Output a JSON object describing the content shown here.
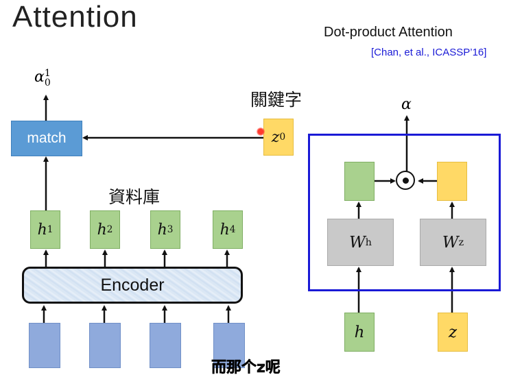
{
  "title": "Attention",
  "subtitle": "Dot-product Attention",
  "citation": "[Chan, et al., ICASSP’16]",
  "left": {
    "alpha_base": "α",
    "alpha_sup": "1",
    "alpha_sub": "0",
    "match_label": "match",
    "keyword_label": "關鍵字",
    "z_base": "z",
    "z_sup": "0",
    "database_label": "資料庫",
    "hidden": [
      {
        "base": "h",
        "sup": "1"
      },
      {
        "base": "h",
        "sup": "2"
      },
      {
        "base": "h",
        "sup": "3"
      },
      {
        "base": "h",
        "sup": "4"
      }
    ],
    "encoder_label": "Encoder"
  },
  "right": {
    "alpha": "α",
    "dot_symbol": "⊙",
    "wh_base": "W",
    "wh_sup": "h",
    "wz_base": "W",
    "wz_sup": "z",
    "h_input": "h",
    "z_input": "z"
  },
  "caption": "而那个z呢",
  "colors": {
    "match_blue": "#5b9bd5",
    "green": "#a9d18e",
    "yellow": "#ffd966",
    "gray": "#c9c9c9",
    "input_blue": "#8faadc",
    "frame_blue": "#1a1ad6",
    "citation_blue": "#1a1ad6"
  }
}
